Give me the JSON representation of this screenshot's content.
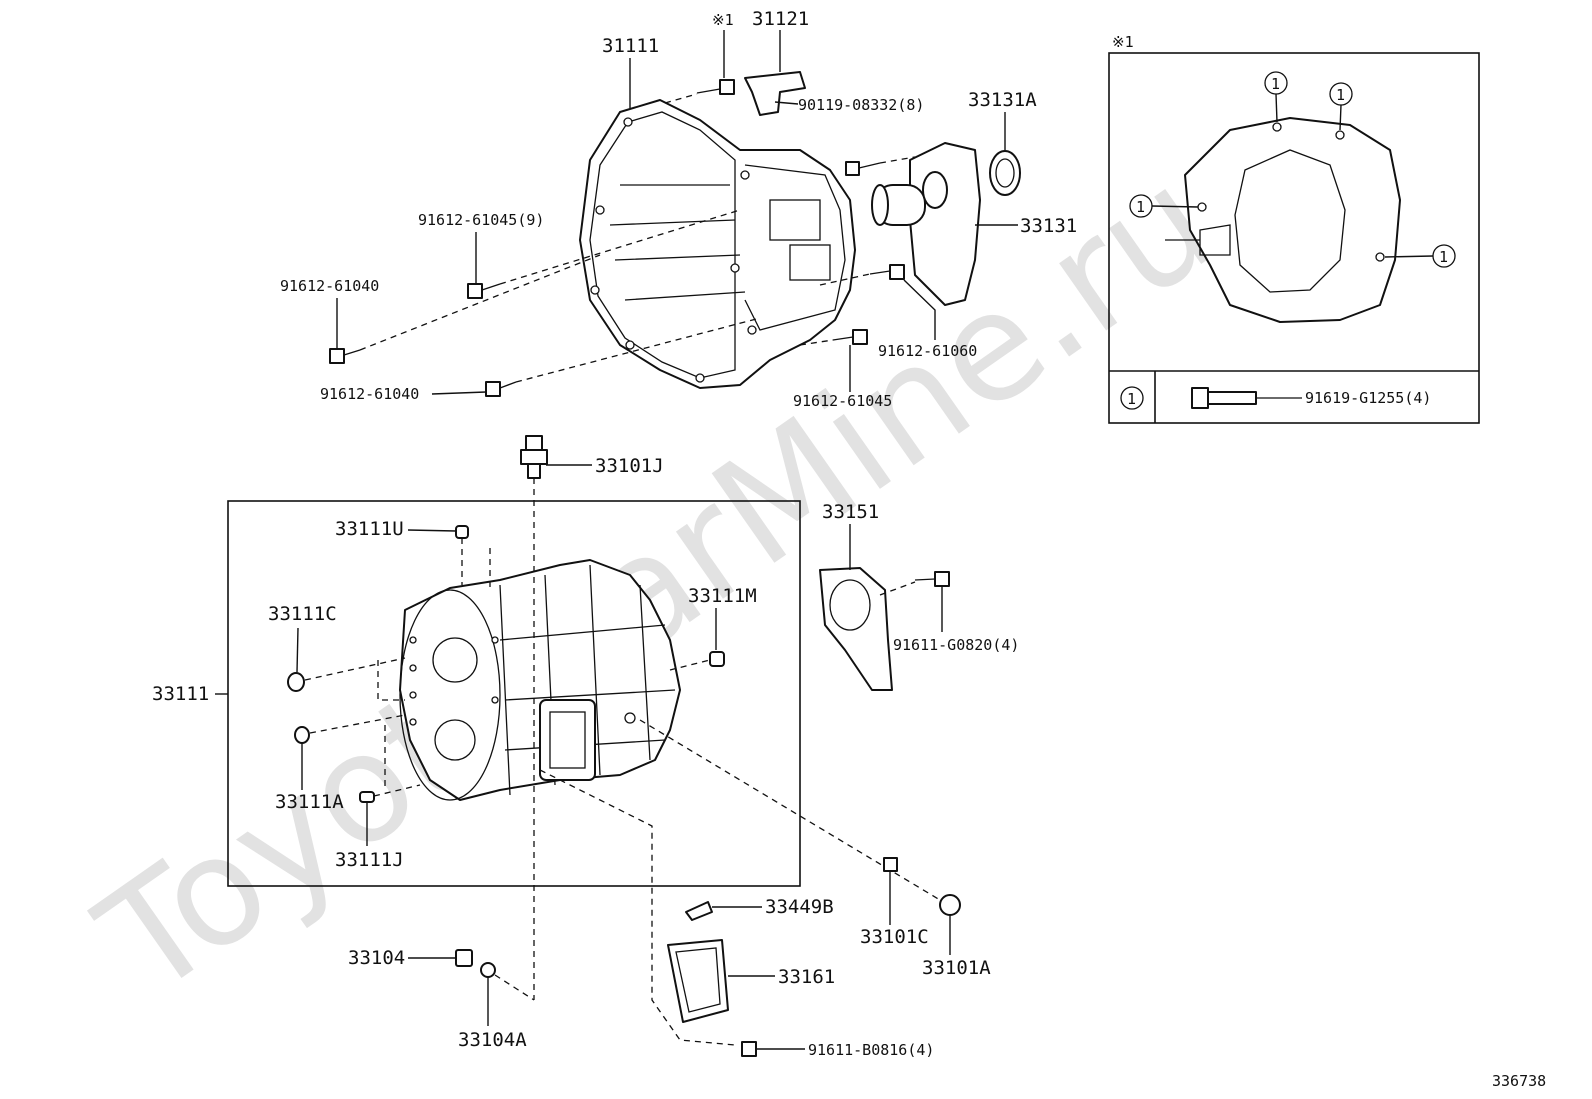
{
  "watermark": "ToyotaCarMine.ru",
  "diagram_id": "336738",
  "note_mark": "※1",
  "callout_symbol": "1",
  "inset_key_part": "91619-G1255(4)",
  "labels": {
    "p31111_top": "31111",
    "p31121": "31121",
    "p90119": "90119-08332(8)",
    "p33131A": "33131A",
    "p33131": "33131",
    "p91612_61045_9": "91612-61045(9)",
    "p91612_61040_a": "91612-61040",
    "p91612_61040_b": "91612-61040",
    "p91612_61060": "91612-61060",
    "p91612_61045": "91612-61045",
    "p33101J": "33101J",
    "p33111U": "33111U",
    "p33111C": "33111C",
    "p33111M": "33111M",
    "p33111_left": "33111",
    "p33111A": "33111A",
    "p33111J": "33111J",
    "p33151": "33151",
    "p91611_G0820": "91611-G0820(4)",
    "p33449B": "33449B",
    "p33161": "33161",
    "p33101C": "33101C",
    "p33101A": "33101A",
    "p33104": "33104",
    "p33104A": "33104A",
    "p91611_B0816": "91611-B0816(4)"
  }
}
